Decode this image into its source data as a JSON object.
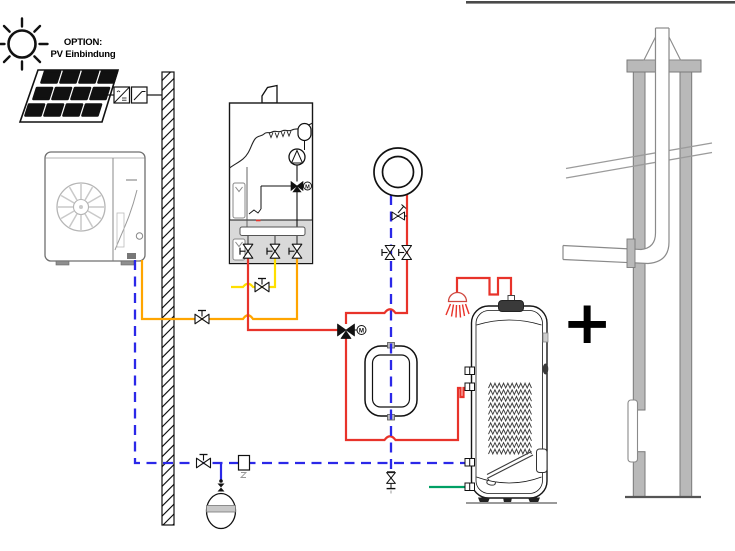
{
  "page": {
    "type": "heating-system-hydraulic-schematic"
  },
  "annotations": {
    "option_label_line1": "OPTION:",
    "option_label_line2": "PV Einbindung",
    "plus_sign": "+",
    "motor_valve_letter": "M"
  },
  "colors": {
    "heating_flow_red": "#e8332a",
    "return_blue": "#2b28e8",
    "heat_pump_circuit_orange": "#ffa500",
    "gas_supply_yellow": "#ffdf00",
    "cold_water_green": "#00a064",
    "masonry_gray": "#b9b9b9",
    "boiler_base_gray": "#d9d9d9"
  },
  "components": {
    "pv_option": [
      "sun-icon",
      "pv-panel",
      "pv-inverter-box",
      "pv-switch-box"
    ],
    "left_side": [
      "outdoor-heat-pump-unit",
      "house-wall"
    ],
    "center": [
      "wall-mounted-gas-boiler",
      "boiler-flue-stub",
      "circulation-pump",
      "internal-motor-valve",
      "service-valves",
      "gas-shutoff-valve",
      "external-three-way-motor-valve",
      "heating-circuit-coil",
      "buffer-cylinder",
      "drain-valve",
      "shutoff-valve",
      "dirt-filter",
      "expansion-vessel"
    ],
    "right_side": [
      "shower-outlet",
      "dhw-storage-tank",
      "internal-heat-exchanger-coil",
      "plus-sign",
      "chimney-shaft",
      "flue-liner-pipe",
      "inspection-door"
    ]
  }
}
